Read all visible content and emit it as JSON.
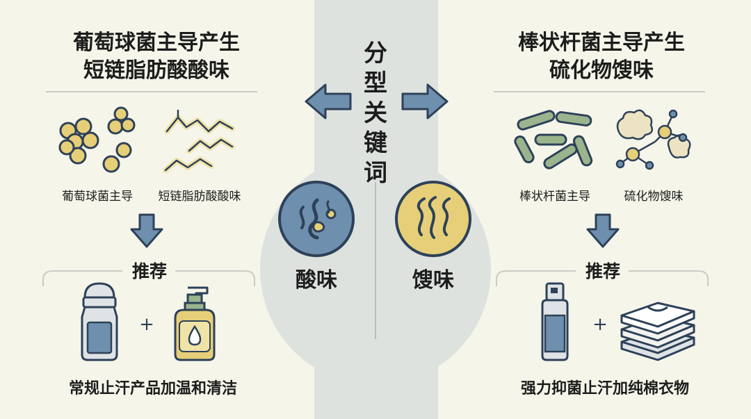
{
  "center": {
    "chars": [
      "分",
      "型",
      "关",
      "键",
      "词"
    ],
    "left_label": "酸味",
    "right_label": "馊味"
  },
  "left": {
    "title_line1": "葡萄球菌主导产生",
    "title_line2": "短链脂肪酸酸味",
    "icon_label1": "葡萄球菌主导",
    "icon_label2": "短链脂肪酸酸味",
    "recommend": "推荐",
    "plus": "+",
    "bottom": "常规止汗产品加温和清洁"
  },
  "right": {
    "title_line1": "棒状杆菌主导产生",
    "title_line2": "硫化物馊味",
    "icon_label1": "棒状杆菌主导",
    "icon_label2": "硫化物馊味",
    "recommend": "推荐",
    "plus": "+",
    "bottom": "强力抑菌止汗加纯棉衣物"
  },
  "colors": {
    "navy": "#2d4158",
    "blue": "#6f8fae",
    "yellow": "#e6cf78",
    "green": "#9bb48d",
    "bg": "#f5f5ea",
    "band": "#dde2df"
  }
}
